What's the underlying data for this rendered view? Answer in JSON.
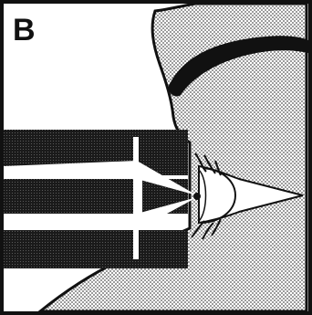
{
  "figure": {
    "panel_label": "B",
    "colors": {
      "ink": "#111111",
      "paper": "#ffffff",
      "halftone": "#b9b9b9",
      "beam": "#ffffff"
    },
    "parts": [
      "face-profile-halftone",
      "eyebrow",
      "eye-cone-apex",
      "lens-bulge",
      "eyelashes",
      "instrument-block-upper",
      "instrument-block-middle",
      "instrument-block-lower",
      "light-beam-converging",
      "vertical-slit"
    ]
  }
}
